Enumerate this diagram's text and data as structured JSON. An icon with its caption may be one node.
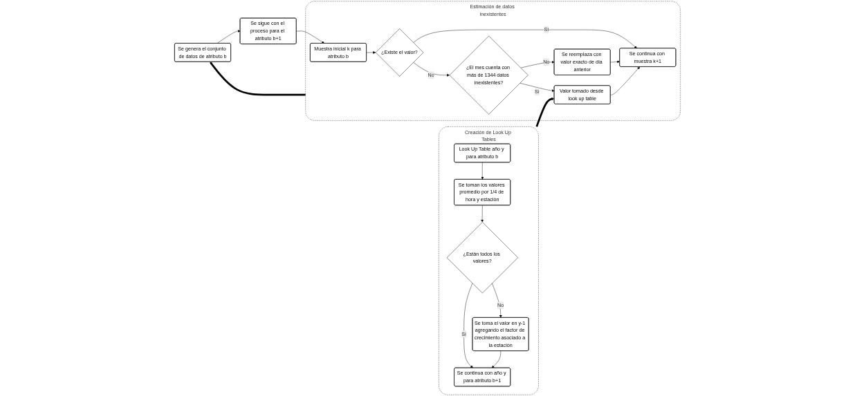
{
  "diagram": {
    "nodes": [
      {
        "text": [
          "Estimación de datos inexistentes"
        ]
      },
      {
        "text": [
          "Muestra inicial k para atributo b"
        ],
        "in": 0
      },
      {
        "text": [
          "¿Existe el valor?"
        ],
        "in": 0
      },
      {
        "text": [
          "¿El mes cuenta con más de 1344 datos inexistentes?"
        ],
        "in": 0
      },
      {
        "text": [
          "Valor tomado desde look up table"
        ],
        "in": 0
      },
      {
        "text": [
          "Se continua con muestra k+1"
        ],
        "in": 0
      },
      {
        "text": [
          "Se reemplaza con valor exacto de día anterior"
        ],
        "in": 0
      },
      {
        "text": [
          "Creación de Look Up Tables"
        ]
      },
      {
        "text": [
          "Look Up Table año y para atributo b"
        ],
        "in": 7
      },
      {
        "text": [
          "Se toman los valores promedio por 1/4 de hora y estación"
        ],
        "in": 7
      },
      {
        "text": [
          "¿Están todos los valores?"
        ],
        "in": 7
      },
      {
        "text": [
          "Se toma el valor en y-1 agregando el factor de crecimiento asociado a la estación"
        ],
        "in": 7
      },
      {
        "text": [
          "Se continua con año y para atributo b+1"
        ],
        "in": 7
      },
      {
        "text": [
          "Se sigue con el proceso para el atributo b+1"
        ]
      },
      {
        "text": [
          "Se genera el conjunto de datos de atributo b"
        ]
      }
    ],
    "edges": [
      {
        "from": 1,
        "to": 2,
        "arrow": "to"
      },
      {
        "from": 2,
        "to": 3,
        "arrow": "to",
        "label": "No"
      },
      {
        "from": 2,
        "to": 5,
        "arrow": "to",
        "label": "Sí"
      },
      {
        "from": 3,
        "to": 4,
        "arrow": "to",
        "label": "Sí"
      },
      {
        "from": 3,
        "to": 6,
        "arrow": "to",
        "label": "No"
      },
      {
        "from": 6,
        "to": 5,
        "arrow": "to"
      },
      {
        "from": 4,
        "to": 5,
        "arrow": "to"
      },
      {
        "from": 7,
        "to": 4,
        "arrow": "to",
        "style": "thick"
      },
      {
        "from": 8,
        "to": 9,
        "arrow": "to"
      },
      {
        "from": 9,
        "to": 10,
        "arrow": "to"
      },
      {
        "from": 10,
        "to": 11,
        "arrow": "to",
        "label": "No"
      },
      {
        "from": 10,
        "to": 12,
        "arrow": "to",
        "label": "Sí"
      },
      {
        "from": 11,
        "to": 12,
        "arrow": "to"
      },
      {
        "from": 0,
        "to": 14,
        "arrow": "to",
        "style": "thick"
      },
      {
        "from": 14,
        "to": 13,
        "arrow": "to"
      },
      {
        "from": 13,
        "to": 1,
        "arrow": "to"
      }
    ]
  }
}
